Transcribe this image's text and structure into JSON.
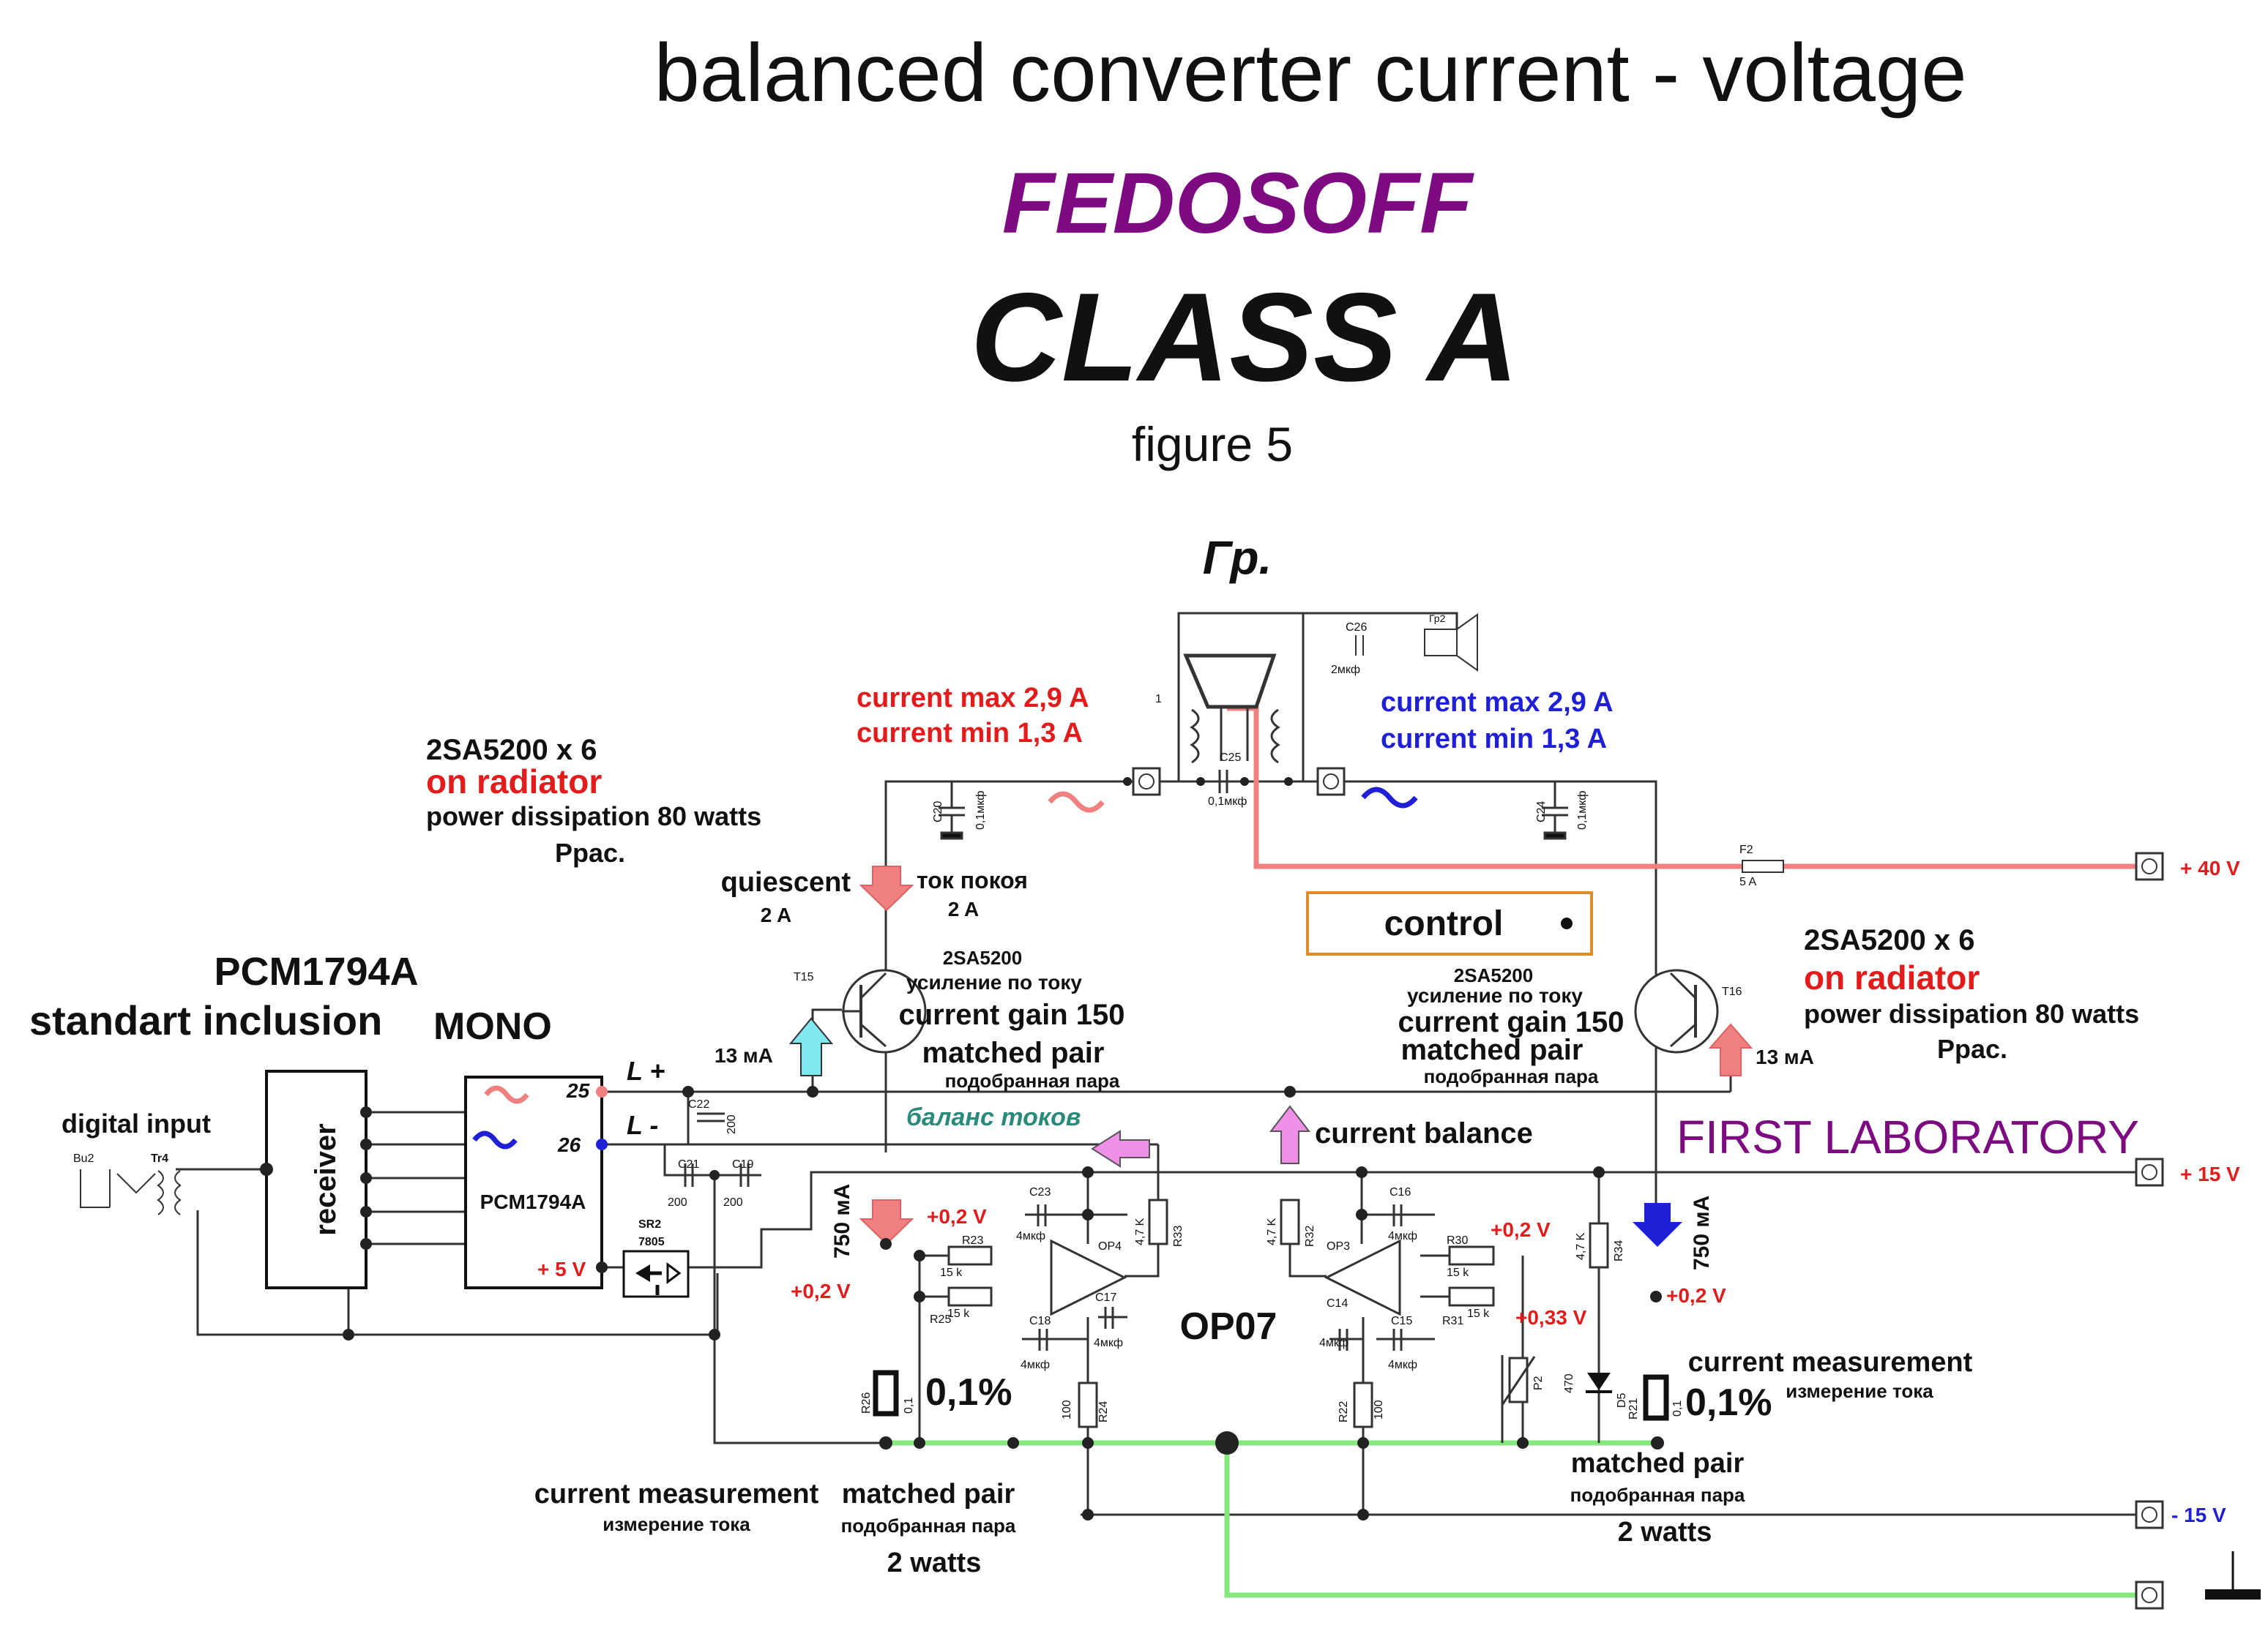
{
  "header": {
    "title": "balanced converter current - voltage",
    "brand": "FEDOSOFF",
    "class_label": "CLASS A",
    "figure": "figure 5"
  },
  "speaker": {
    "title": "Гр.",
    "label": "Гр2",
    "pin": "1",
    "c26_name": "C26",
    "c26_value": "2мкф",
    "c25_name": "C25",
    "c25_value": "0,1мкф"
  },
  "currents": {
    "left_max": "current max 2,9 A",
    "left_min": "current min 1,3 A",
    "right_max": "current max 2,9 A",
    "right_min": "current min 1,3 A"
  },
  "left_transistor": {
    "part": "2SA5200 x 6",
    "mount": "on radiator",
    "dissipation": "power dissipation 80 watts",
    "prac": "Pрас.",
    "name": "T15",
    "type": "2SA5200",
    "gain_ru": "усиление по току",
    "gain": "current gain 150",
    "pair": "matched pair",
    "pair_ru": "подобранная пара",
    "bias_ma": "13 мА"
  },
  "right_transistor": {
    "part": "2SA5200 x 6",
    "mount": "on radiator",
    "dissipation": "power dissipation 80 watts",
    "prac": "Pрас.",
    "name": "T16",
    "type": "2SA5200",
    "gain_ru": "усиление по току",
    "gain": "current gain 150",
    "pair": "matched pair",
    "pair_ru": "подобранная пара",
    "bias_ma": "13 мА"
  },
  "quiescent": {
    "en": "quiescent",
    "en_value": "2 A",
    "ru": "ток покоя",
    "ru_value": "2 A"
  },
  "control_label": "control",
  "pcm": {
    "title": "PCM1794A",
    "subtitle": "standart inclusion",
    "mono": "MONO",
    "chip": "PCM1794A",
    "receiver": "receiver",
    "digital_input": "digital input",
    "bu2": "Bu2",
    "tr4": "Tr4",
    "pin25": "25",
    "pin26": "26",
    "l_plus": "L +",
    "l_minus": "L -",
    "plus5": "+ 5 V",
    "sr2": "SR2",
    "reg": "7805"
  },
  "caps": {
    "c20": "C20",
    "c20_val": "0,1мкф",
    "c24": "C24",
    "c24_val": "0,1мкф",
    "c22": "C22",
    "c22_val": "200",
    "c21": "C21",
    "c21_val": "200",
    "c19": "C19",
    "c19_val": "200",
    "c23": "C23",
    "c23_val": "4мкф",
    "c17": "C17",
    "c17_val": "4мкф",
    "c18": "C18",
    "c18_val": "4мкф",
    "c16": "C16",
    "c16_val": "4мкф",
    "c14": "C14",
    "c14_val": "4мкф",
    "c15": "C15",
    "c15_val": "4мкф"
  },
  "resistors": {
    "r23": "R23",
    "r23_val": "15 k",
    "r25": "R25",
    "r25_val": "15 k",
    "r33": "R33",
    "r33_val": "4,7 K",
    "r32": "R32",
    "r32_val": "4,7 K",
    "r30": "R30",
    "r30_val": "15 k",
    "r31": "R31",
    "r31_val": "15 k",
    "r34": "R34",
    "r34_val": "4,7 K",
    "r26": "R26",
    "r26_val": "0,1",
    "r21": "R21",
    "r21_val": "0,1",
    "r24": "R24",
    "r24_val": "100",
    "r22": "R22",
    "r22_val": "100",
    "p2": "P2",
    "p2_val": "470",
    "d5": "D5"
  },
  "opamps": {
    "op4": "OP4",
    "op3": "OP3",
    "type": "OP07"
  },
  "fuse": {
    "name": "F2",
    "value": "5 A"
  },
  "rails": {
    "plus40": "+ 40 V",
    "plus15": "+ 15 V",
    "minus15": "- 15 V"
  },
  "labels": {
    "balance_ru": "баланс токов",
    "current_balance": "current balance",
    "first_lab": "FIRST LABORATORY",
    "ma750_left": "750 мА",
    "ma750_right": "750 мА",
    "v02_a": "+0,2 V",
    "v02_b": "+0,2 V",
    "v02_c": "+0,2 V",
    "v02_d": "+0,2 V",
    "v033": "+0,33 V",
    "pct_left": "0,1%",
    "pct_right": "0,1%",
    "cm_left": "current measurement",
    "cm_left_ru": "измерение тока",
    "mp_left": "matched pair",
    "mp_left_ru": "подобранная пара",
    "watts_left": "2 watts",
    "cm_right": "current measurement",
    "cm_right_ru": "измерение тока",
    "mp_right": "matched pair",
    "mp_right_ru": "подобранная пара",
    "watts_right": "2 watts"
  },
  "colors": {
    "red": "#e31b1b",
    "blue": "#1f1fd6",
    "purple": "#7e0a82",
    "pink_line": "#f08080",
    "green_line": "#85e87c",
    "cyan_arrow": "#7fe8f0",
    "orange_box": "#e08a28",
    "teal_text": "#2a8a7a"
  }
}
